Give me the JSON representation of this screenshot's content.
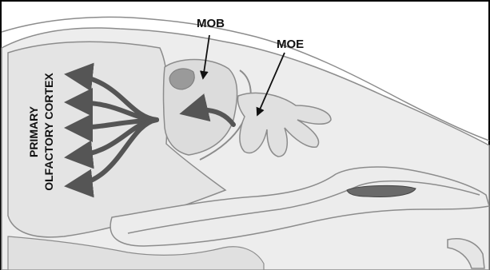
{
  "labels": {
    "mob": "MOB",
    "moe": "MOE",
    "cortex_line1": "PRIMARY",
    "cortex_line2": "OLFACTORY CORTEX"
  },
  "colors": {
    "tissue_fill": "#e2e2e2",
    "tissue_light": "#ececec",
    "outline": "#8c8c8c",
    "arrow": "#555555",
    "label": "#111111",
    "frame": "#000000",
    "dark_patch": "#7a7a7a"
  }
}
